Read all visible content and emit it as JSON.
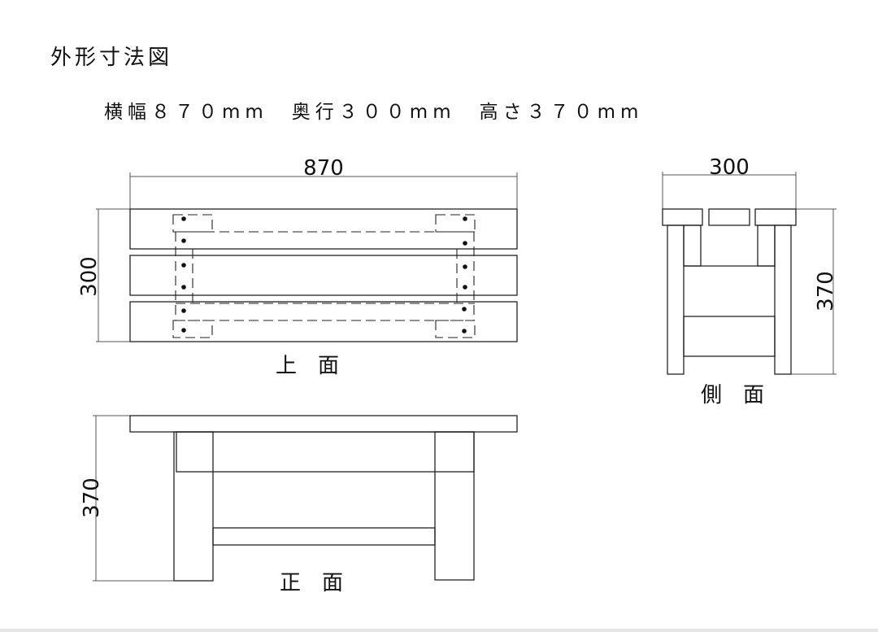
{
  "header": {
    "title": "外形寸法図",
    "specs": "横幅８７０mm　奥行３００mm　高さ３７０mm"
  },
  "dimensions": {
    "width_mm": 870,
    "depth_mm": 300,
    "height_mm": 370,
    "width_label": "870",
    "depth_label": "300",
    "height_label": "370"
  },
  "views": {
    "top": {
      "label": "上　面",
      "dim_width": "870",
      "dim_depth": "300"
    },
    "side": {
      "label": "側　面",
      "dim_width": "300",
      "dim_height": "370"
    },
    "front": {
      "label": "正　面",
      "dim_height": "370"
    }
  },
  "colors": {
    "line": "#222222",
    "dim_line": "#555555",
    "background": "#ffffff",
    "footer_bar": "#e6e6e6"
  }
}
